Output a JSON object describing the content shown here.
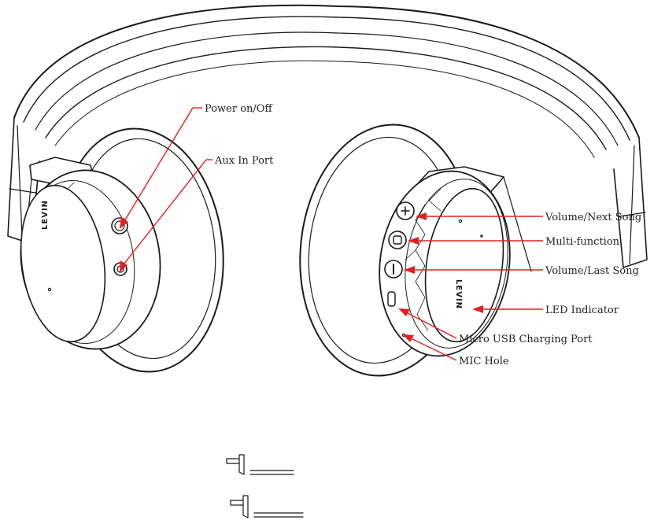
{
  "callouts": {
    "power": "Power on/Off",
    "aux": "Aux In Port",
    "volume_next": "Volume/Next Song",
    "multi_function": "Multi-function",
    "volume_last": "Volume/Last Song",
    "led": "LED Indicator",
    "micro_usb": "Micro USB Charging Port",
    "mic": "MIC Hole"
  },
  "brand_mark": "LEVIN",
  "colors": {
    "leader": "#e02020",
    "ink": "#1a1a1a",
    "background": "#ffffff"
  }
}
